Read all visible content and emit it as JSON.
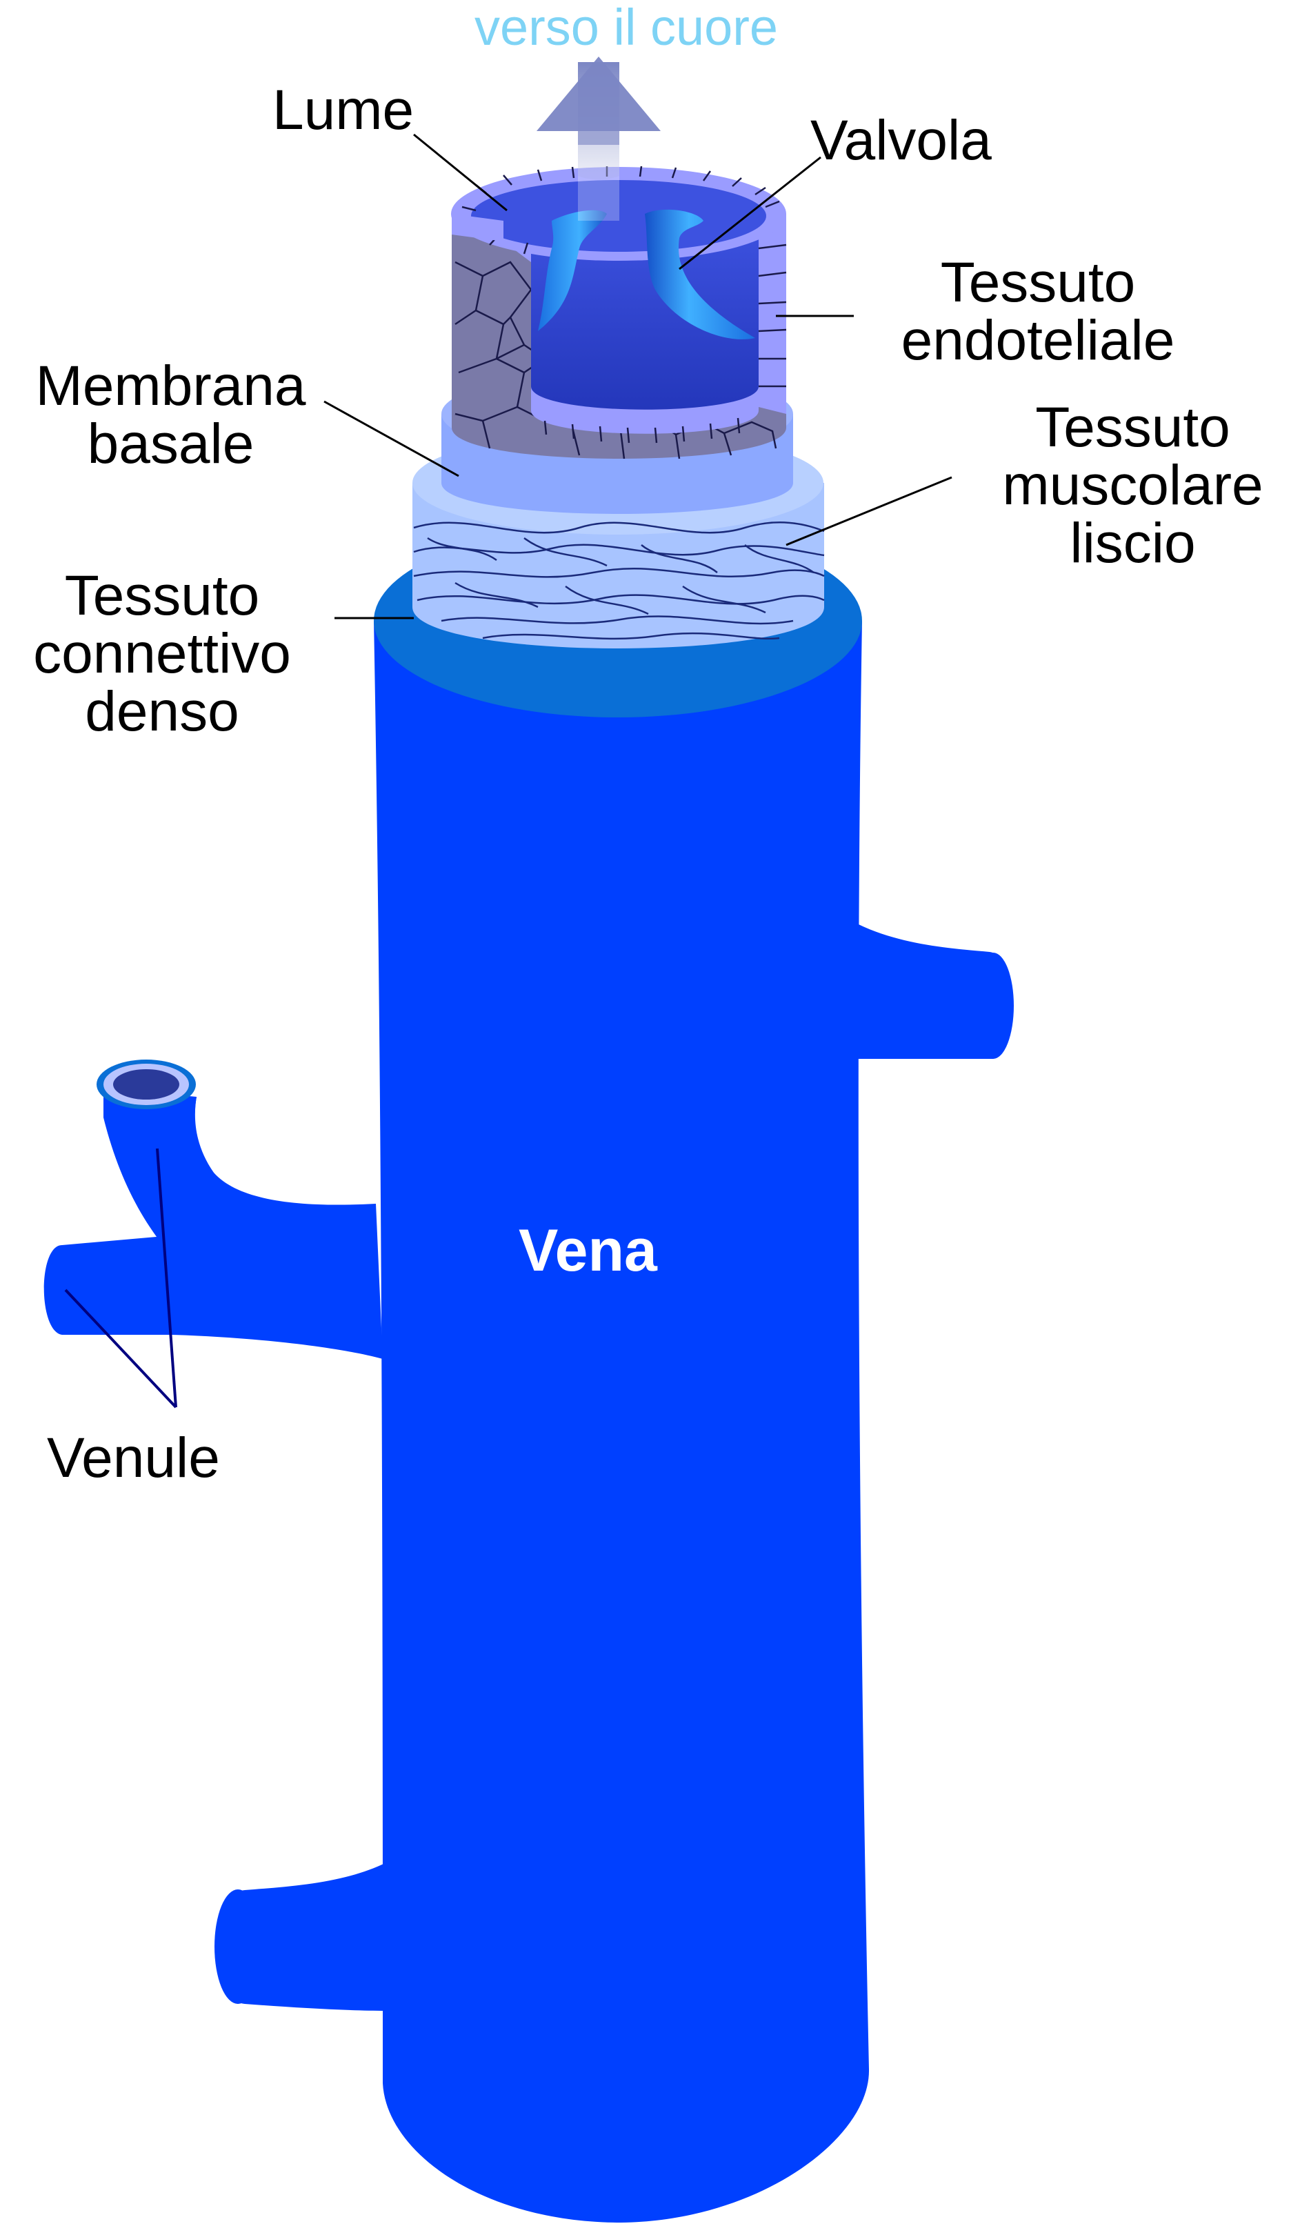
{
  "diagram": {
    "direction_label": "verso il cuore",
    "labels": {
      "lume": "Lume",
      "valvola": "Valvola",
      "tessuto_endoteliale": [
        "Tessuto",
        "endoteliale"
      ],
      "membrana_basale": [
        "Membrana",
        "basale"
      ],
      "tessuto_muscolare": [
        "Tessuto",
        "muscolare",
        "liscio"
      ],
      "tessuto_connettivo": [
        "Tessuto",
        "connettivo",
        "denso"
      ],
      "vena": "Vena",
      "venule": "Venule"
    },
    "colors": {
      "vein_blue": "#0040ff",
      "connective_ring": "#0a6fd6",
      "muscle_layer": "#a8c4ff",
      "basement_membrane": "#8ca8ff",
      "endothelium": "#9a9cff",
      "endothelium_cells": "#7a7aa8",
      "lumen": "#3347d6",
      "valve": "#1a78e6",
      "arrow": "#7b86c4",
      "direction_text": "#7ed3f5",
      "vena_text": "#ffffff",
      "label_text": "#000000",
      "leader_lines": "#000000",
      "venule_leaders": "#000080"
    }
  }
}
